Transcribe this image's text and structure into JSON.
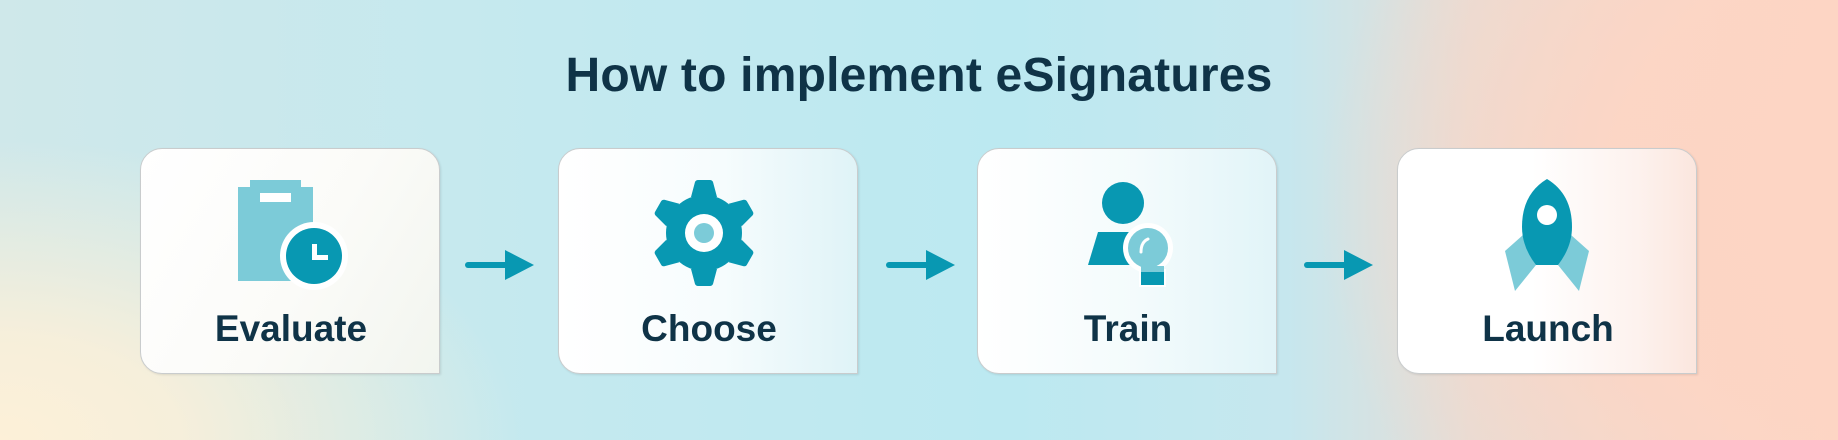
{
  "title": "How to implement eSignatures",
  "colors": {
    "title_text": "#0f3347",
    "icon_primary": "#0898b2",
    "icon_secondary": "#7ccbd8",
    "arrow": "#0898b2"
  },
  "steps": [
    {
      "label": "Evaluate",
      "icon": "clipboard-clock-icon"
    },
    {
      "label": "Choose",
      "icon": "gear-icon"
    },
    {
      "label": "Train",
      "icon": "person-lightbulb-icon"
    },
    {
      "label": "Launch",
      "icon": "rocket-icon"
    }
  ],
  "connectors": [
    {
      "icon": "arrow-right-icon"
    },
    {
      "icon": "arrow-right-icon"
    },
    {
      "icon": "arrow-right-icon"
    }
  ]
}
